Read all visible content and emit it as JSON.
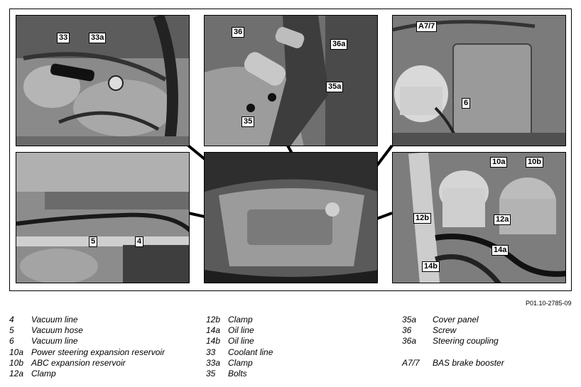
{
  "callouts": {
    "c33": "33",
    "c33a": "33a",
    "c36": "36",
    "c36a": "36a",
    "c35a": "35a",
    "c35": "35",
    "cA77": "A7/7",
    "c6": "6",
    "c10a": "10a",
    "c10b": "10b",
    "c12b": "12b",
    "c12a": "12a",
    "c14a": "14a",
    "c14b": "14b",
    "c5": "5",
    "c4": "4"
  },
  "figure_ref": "P01.10-2785-09",
  "legend": {
    "col1": [
      {
        "code": "4",
        "desc": "Vacuum line"
      },
      {
        "code": "5",
        "desc": "Vacuum hose"
      },
      {
        "code": "6",
        "desc": "Vacuum line"
      },
      {
        "code": "10a",
        "desc": "Power steering expansion reservoir"
      },
      {
        "code": "10b",
        "desc": "ABC expansion reservoir"
      },
      {
        "code": "12a",
        "desc": "Clamp"
      }
    ],
    "col2": [
      {
        "code": "12b",
        "desc": "Clamp"
      },
      {
        "code": "14a",
        "desc": "Oil line"
      },
      {
        "code": "14b",
        "desc": "Oil line"
      },
      {
        "code": "33",
        "desc": "Coolant line"
      },
      {
        "code": "33a",
        "desc": "Clamp"
      },
      {
        "code": "35",
        "desc": "Bolts"
      }
    ],
    "col3": [
      {
        "code": "35a",
        "desc": "Cover panel"
      },
      {
        "code": "36",
        "desc": "Screw"
      },
      {
        "code": "36a",
        "desc": "Steering coupling"
      },
      {
        "code": "",
        "desc": ""
      },
      {
        "code": "A7/7",
        "desc": "BAS brake booster"
      }
    ]
  }
}
